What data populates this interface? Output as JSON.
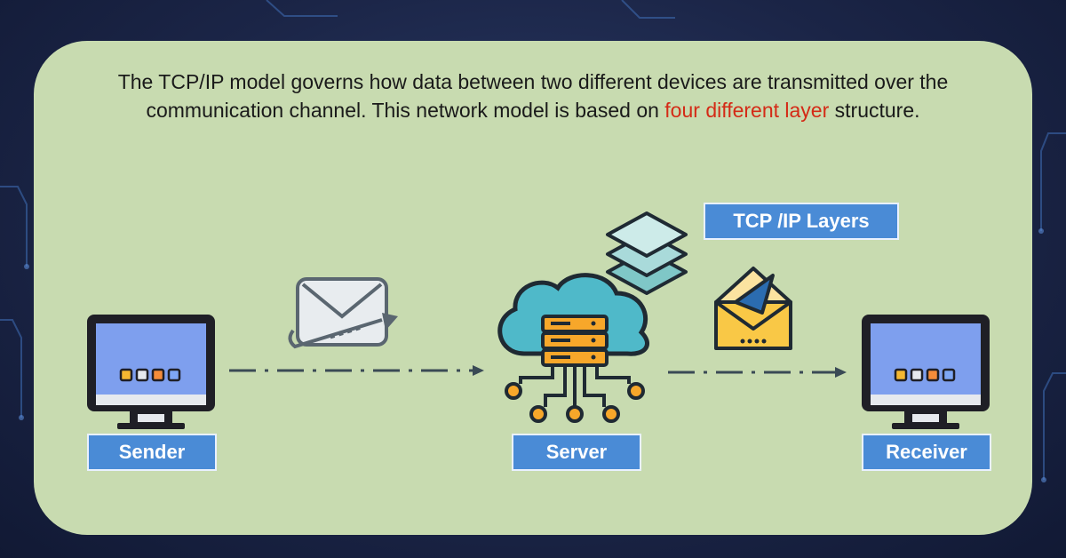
{
  "intro": {
    "part1": "The TCP/IP model governs how data between two different devices are transmitted over the communication channel. This network model is based on ",
    "highlight": "four different layer",
    "part2": " structure."
  },
  "labels": {
    "sender": "Sender",
    "server": "Server",
    "receiver": "Receiver",
    "layers": "TCP /IP Layers"
  },
  "colors": {
    "panel": "#c8dbb0",
    "label_bg": "#4a8bd6",
    "highlight": "#d42a16",
    "monitor_screen": "#7e9fee",
    "server_orange": "#f7a72a",
    "envelope_yellow": "#f9c846"
  },
  "icons": [
    "monitor-icon",
    "mail-icon",
    "cloud-server-icon",
    "layers-icon",
    "open-envelope-icon"
  ]
}
